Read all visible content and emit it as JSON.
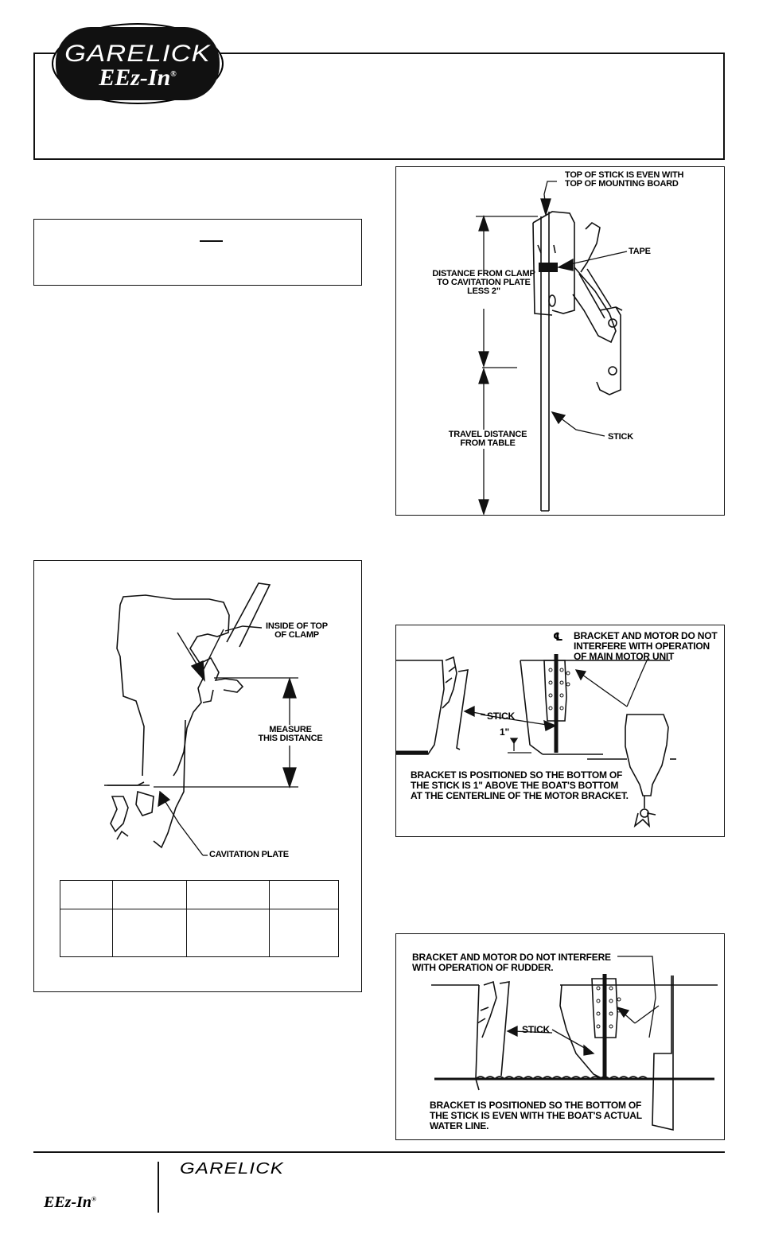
{
  "brand": {
    "name": "GARELICK",
    "product": "EEz-In",
    "registered": "®"
  },
  "fig_stick": {
    "top_label": "TOP OF STICK IS EVEN WITH\nTOP OF MOUNTING BOARD",
    "tape_label": "TAPE",
    "distance_label": "DISTANCE FROM CLAMP\nTO CAVITATION PLATE\nLESS 2\"",
    "stick_label": "STICK",
    "travel_label": "TRAVEL DISTANCE\nFROM TABLE"
  },
  "fig_main_motor": {
    "centerline_symbol": "℄",
    "interfere_label": "BRACKET AND MOTOR DO NOT\nINTERFERE WITH OPERATION\nOF MAIN MOTOR UNIT",
    "stick_label": "STICK",
    "one_inch_label": "1\"",
    "position_label": "BRACKET IS POSITIONED SO THE BOTTOM OF\nTHE STICK IS 1\" ABOVE THE BOAT'S BOTTOM\nAT THE CENTERLINE OF THE MOTOR BRACKET."
  },
  "fig_rudder": {
    "interfere_label": "BRACKET AND MOTOR DO NOT INTERFERE\nWITH OPERATION OF RUDDER.",
    "stick_label": "STICK",
    "position_label": "BRACKET IS POSITIONED SO THE BOTTOM OF\nTHE STICK IS EVEN WITH THE BOAT'S ACTUAL\nWATER LINE."
  },
  "fig_outboard": {
    "clamp_label": "INSIDE OF TOP\nOF CLAMP",
    "measure_label": "MEASURE\nTHIS DISTANCE",
    "cavitation_label": "CAVITATION PLATE"
  }
}
